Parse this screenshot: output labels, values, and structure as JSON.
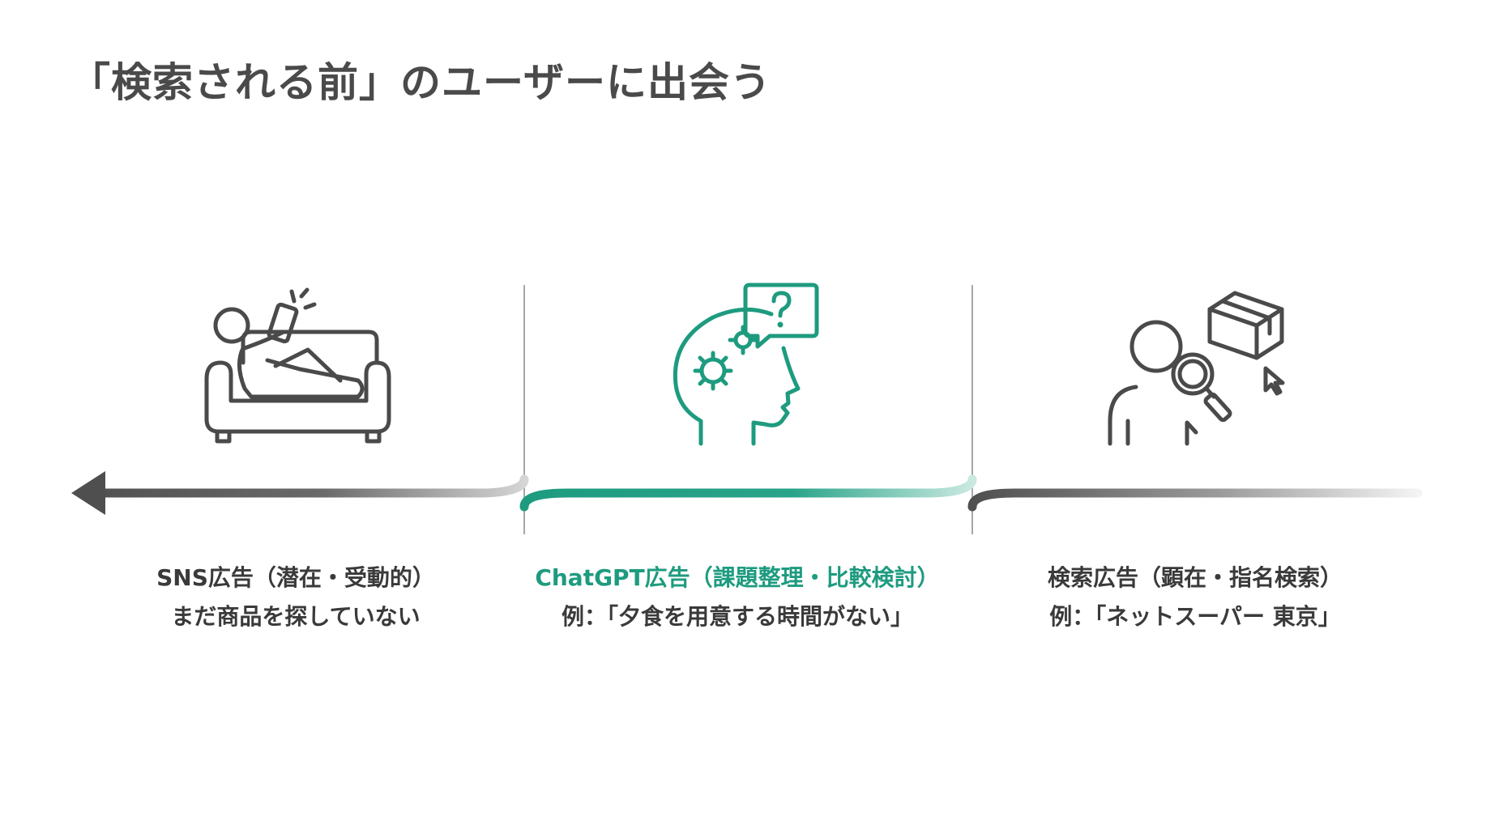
{
  "title": "「検索される前」のユーザーに出会う",
  "stages": [
    {
      "heading": "SNS広告（潜在・受動的）",
      "detail": "まだ商品を探していない",
      "icon": "person-on-sofa-with-phone-icon"
    },
    {
      "heading": "ChatGPT広告（課題整理・比較検討）",
      "detail": "例：「夕食を用意する時間がない」",
      "icon": "head-with-gears-question-icon"
    },
    {
      "heading": "検索広告（顕在・指名検索）",
      "detail": "例：「ネットスーパー 東京」",
      "icon": "person-magnifier-box-cursor-icon"
    }
  ],
  "colors": {
    "accent": "#1e9b7f",
    "gray": "#4f4f4f",
    "divider": "#8a8a8a",
    "text": "#3a3a3a"
  }
}
